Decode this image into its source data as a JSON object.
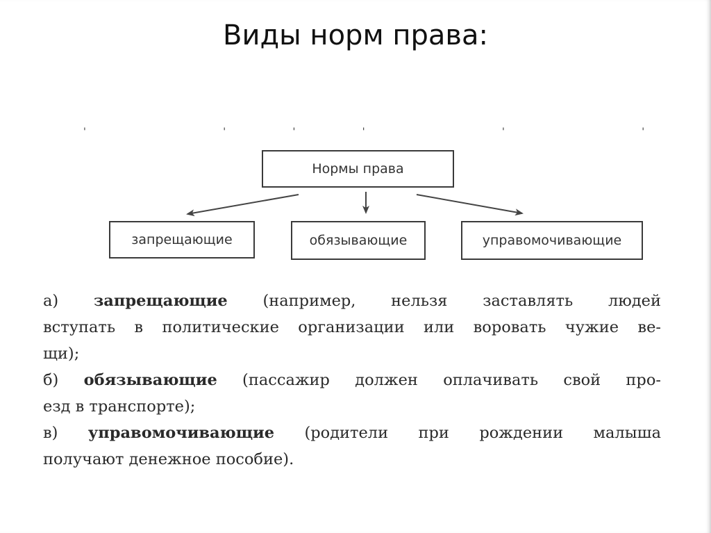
{
  "title": "Виды норм права:",
  "diagram": {
    "root": "Нормы права",
    "children": [
      "запрещающие",
      "обязывающие",
      "управомочивающие"
    ]
  },
  "text_lines": [
    {
      "prefix": "а) ",
      "term": "запрещающие",
      "rest": " (например, нельзя заставлять людей"
    },
    {
      "prefix": "",
      "term": "",
      "rest": "вступать в политические организации или воровать чужие ве-"
    },
    {
      "prefix": "",
      "term": "",
      "rest": "щи);"
    },
    {
      "prefix": "б) ",
      "term": "обязывающие",
      "rest": " (пассажир должен оплачивать свой про-"
    },
    {
      "prefix": "",
      "term": "",
      "rest": "езд в транспорте);"
    },
    {
      "prefix": "в) ",
      "term": "управомочивающие",
      "rest": " (родители при рождении малыша"
    },
    {
      "prefix": "",
      "term": "",
      "rest": "получают денежное пособие)."
    }
  ]
}
